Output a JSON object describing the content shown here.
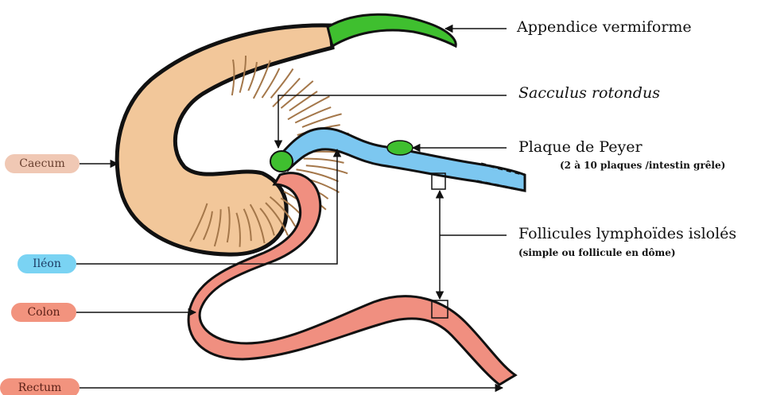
{
  "labels": {
    "appendice": "Appendice vermiforme",
    "sacculus": "Sacculus rotondus",
    "plaque": "Plaque de Peyer",
    "plaque_note": "(2 à 10 plaques /intestin grêle)",
    "follicules": "Follicules lymphoïdes islolés",
    "follicules_note": "(simple ou follicule en dôme)"
  },
  "pills": {
    "caecum": "Caecum",
    "ileon": "Iléon",
    "colon": "Colon",
    "rectum": "Rectum"
  },
  "colors": {
    "caecum_fill": "#f2c79a",
    "caecum_pill": "#f0c8b4",
    "appendix": "#3fbf2f",
    "ileum": "#7cc7f0",
    "ileum_pill": "#7ad3f3",
    "colon": "#f08f80",
    "colon_pill": "#f2937e",
    "rectum_pill": "#f2937e",
    "patch": "#3fbf2f",
    "line": "#111111"
  }
}
